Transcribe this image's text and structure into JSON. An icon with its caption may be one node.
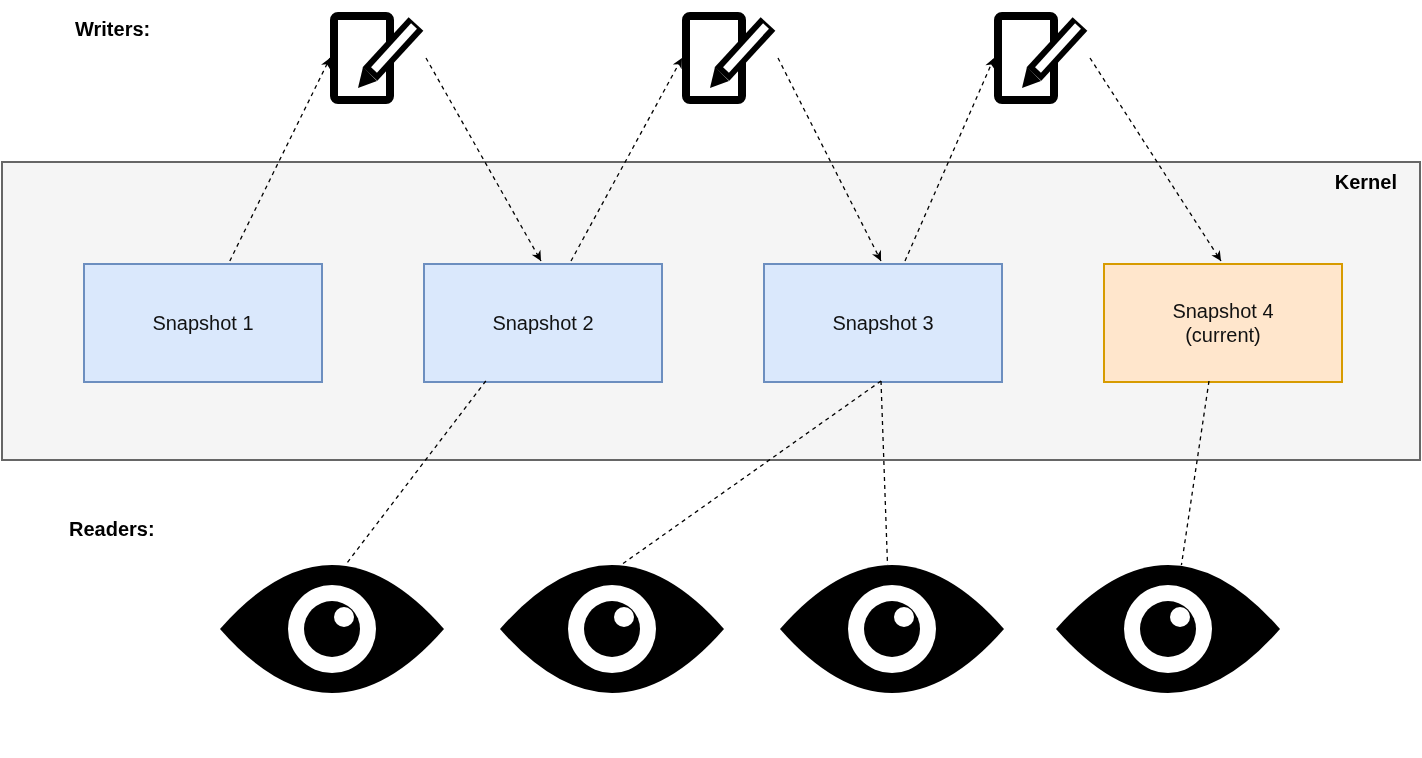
{
  "diagram": {
    "nodes": [
      {
        "text": [
          "Kernel"
        ]
      },
      {
        "text": [
          "Snapshot 1"
        ],
        "in": 0
      },
      {
        "text": [
          "Snapshot 2"
        ],
        "in": 0
      },
      {
        "text": [
          "Snapshot 3"
        ],
        "in": 0
      },
      {
        "text": [
          "Snapshot 4 (current)"
        ],
        "in": 0
      },
      {
        "text": [],
        "shape": "picture"
      },
      {
        "text": [],
        "shape": "picture"
      },
      {
        "text": [],
        "shape": "picture"
      },
      {
        "text": [],
        "shape": "picture"
      },
      {
        "text": [],
        "shape": "picture"
      },
      {
        "text": [],
        "shape": "picture"
      },
      {
        "text": [],
        "shape": "picture"
      }
    ],
    "edges": [
      {
        "from": 1,
        "to": 5,
        "arrow": "to",
        "style": "dashed"
      },
      {
        "from": 5,
        "to": 2,
        "arrow": "to",
        "style": "dashed"
      },
      {
        "from": 2,
        "to": 6,
        "arrow": "to",
        "style": "dashed"
      },
      {
        "from": 6,
        "to": 3,
        "arrow": "to",
        "style": "dashed"
      },
      {
        "from": 3,
        "to": 7,
        "arrow": "to",
        "style": "dashed"
      },
      {
        "from": 7,
        "to": 4,
        "arrow": "to",
        "style": "dashed"
      },
      {
        "from": 2,
        "to": 8,
        "arrow": "none",
        "style": "dashed"
      },
      {
        "from": 3,
        "to": 9,
        "arrow": "none",
        "style": "dashed"
      },
      {
        "from": 3,
        "to": 10,
        "arrow": "none",
        "style": "dashed"
      },
      {
        "from": 4,
        "to": 11,
        "arrow": "none",
        "style": "dashed"
      }
    ],
    "labels": [
      "Writers:",
      "Readers:"
    ]
  }
}
